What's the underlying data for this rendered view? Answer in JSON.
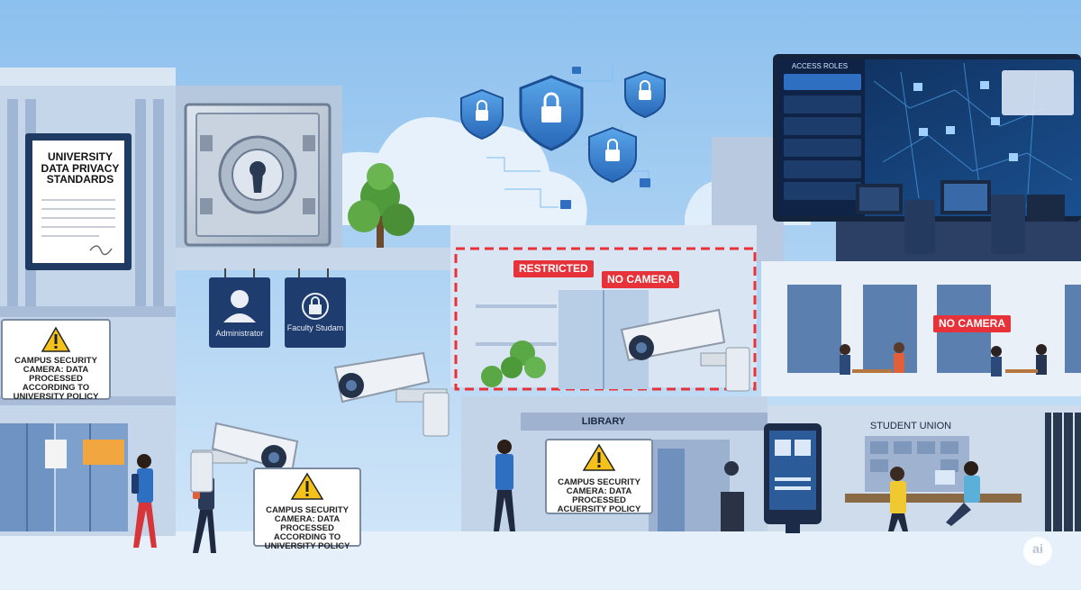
{
  "signs": {
    "policy_doc": "UNIVERSITY DATA PRIVACY STANDARDS",
    "camera_notice_left": "CAMPUS SECURITY CAMERA: DATA PROCESSED ACCORDING TO UNIVERSITY POLICY",
    "camera_notice_middle": "CAMPUS SECURITY CAMERA: DATA PROCESSED ACCORDING TO UNIVERSITY POLICY",
    "camera_notice_library": "CAMPUS SECURITY CAMERA: DATA PROCESSED ACUERSITY POLICY",
    "restricted": "RESTRICTED",
    "no_camera_1": "NO CAMERA",
    "no_camera_2": "NO CAMERA",
    "administrator": "Administrator",
    "faculty_student": "Faculty Studam",
    "library": "LIBRARY",
    "student_union": "STUDENT UNION",
    "access_roles": "ACCESS ROLES",
    "ai_badge": "ai"
  },
  "colors": {
    "sky": "#9cc8ef",
    "building": "#c9d8ea",
    "accent_blue": "#2f6fc1",
    "shield": "#3b86d6",
    "restricted_red": "#e8323a",
    "warning_yellow": "#f4c21a"
  }
}
